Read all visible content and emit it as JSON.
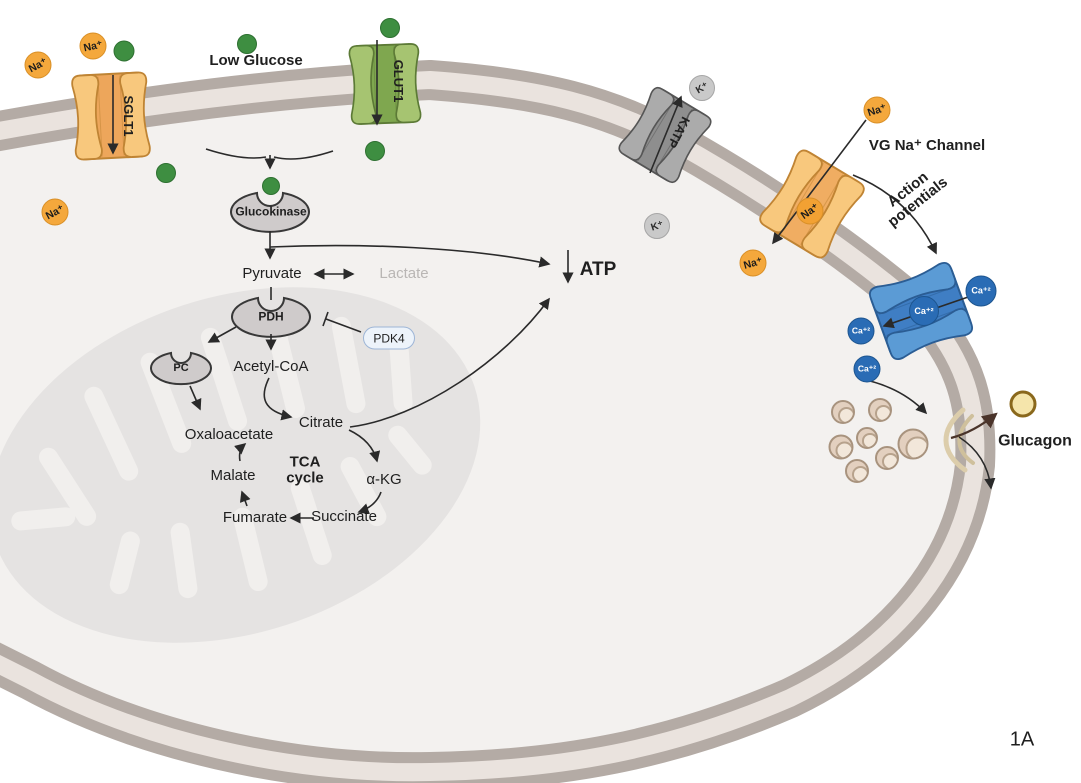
{
  "figure_label": "1A",
  "title_labels": {
    "low_glucose": "Low Glucose",
    "vg_na_channel": "VG Na⁺ Channel",
    "action_potentials": "Action potentials",
    "glucagon": "Glucagon"
  },
  "channels": {
    "sglt1": "SGLT1",
    "glut1": "GLUT1",
    "katp": "KATP"
  },
  "ions": {
    "na": "Na⁺",
    "k": "K⁺",
    "ca": "Ca⁺²"
  },
  "enzymes": {
    "glucokinase": "Glucokinase",
    "pdh": "PDH",
    "pdk4": "PDK4",
    "pc": "PC"
  },
  "metabolites": {
    "pyruvate": "Pyruvate",
    "lactate": "Lactate",
    "acetyl_coa": "Acetyl-CoA",
    "citrate": "Citrate",
    "alpha_kg": "α-KG",
    "succinate": "Succinate",
    "fumarate": "Fumarate",
    "malate": "Malate",
    "oxaloacetate": "Oxaloacetate",
    "tca_cycle": "TCA cycle",
    "atp": "ATP"
  },
  "colors": {
    "membrane": "#b4aba5",
    "membrane_light": "#eae3de",
    "cytoplasm": "#f3f1ef",
    "mitochondrion": "#e5e3e2",
    "na_ion": "#f4a83c",
    "k_ion": "#c9c9c9",
    "ca_ion": "#2a6cb5",
    "glucose": "#3e8e41",
    "sglt1_channel": "#f8c87d",
    "glut1_channel": "#a6c471",
    "katp_channel": "#ababab",
    "ca_channel": "#5b9bd5",
    "vesicle": "#e3d0bf",
    "glucagon_granule": "#f5e5ab",
    "secretion_arrow": "#4a342a"
  }
}
